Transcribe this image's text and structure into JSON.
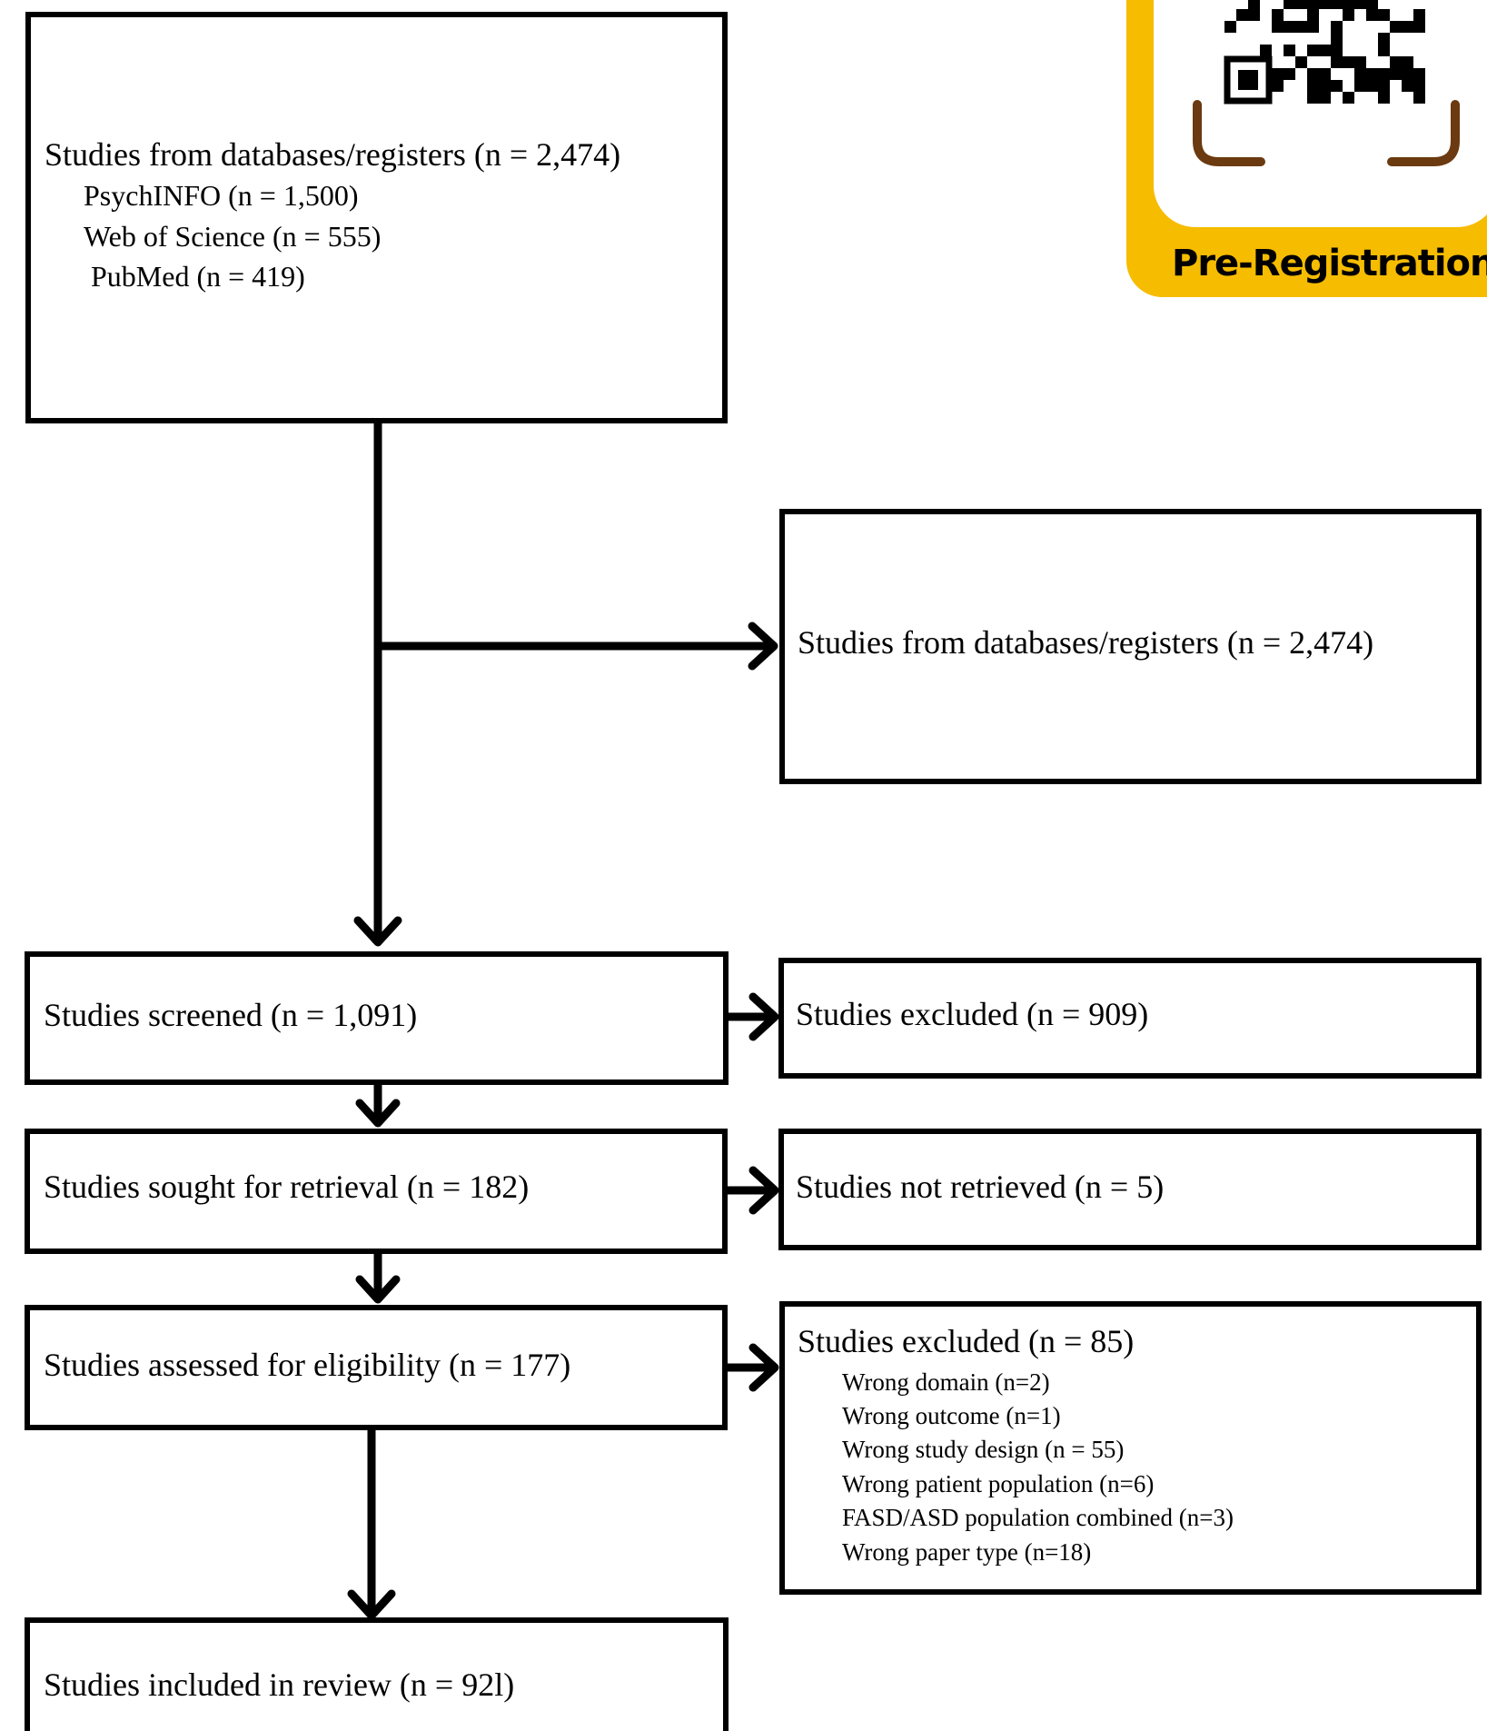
{
  "identification": {
    "title": "Studies from databases/registers (n = 2,474)",
    "sources": [
      "PsychINFO (n = 1,500)",
      "Web of Science (n = 555)",
      " PubMed (n = 419)"
    ]
  },
  "side_identification": {
    "title": "Studies from databases/registers (n = 2,474)"
  },
  "screening": {
    "label": "Studies screened (n = 1,091)",
    "excluded_label": "Studies excluded (n = 909)"
  },
  "retrieval": {
    "label": "Studies sought for retrieval (n = 182)",
    "not_retrieved_label": "Studies not retrieved (n = 5)"
  },
  "eligibility": {
    "label": "Studies assessed for eligibility (n = 177)",
    "excluded_title": "Studies excluded (n = 85)",
    "excluded_reasons": [
      "Wrong domain (n=2)",
      "Wrong outcome (n=1)",
      "Wrong study design (n = 55)",
      "Wrong patient population (n=6)",
      "FASD/ASD population combined (n=3)",
      "Wrong paper type (n=18)"
    ]
  },
  "included": {
    "label": "Studies included in review (n = 92l)"
  },
  "badge": {
    "label": "Pre-Registration",
    "qr_icon": "qr-code-icon",
    "colors": {
      "badge": "#f6bc00",
      "bracket": "#6b3a10"
    }
  },
  "colors": {
    "line": "#000000",
    "background": "#ffffff"
  }
}
